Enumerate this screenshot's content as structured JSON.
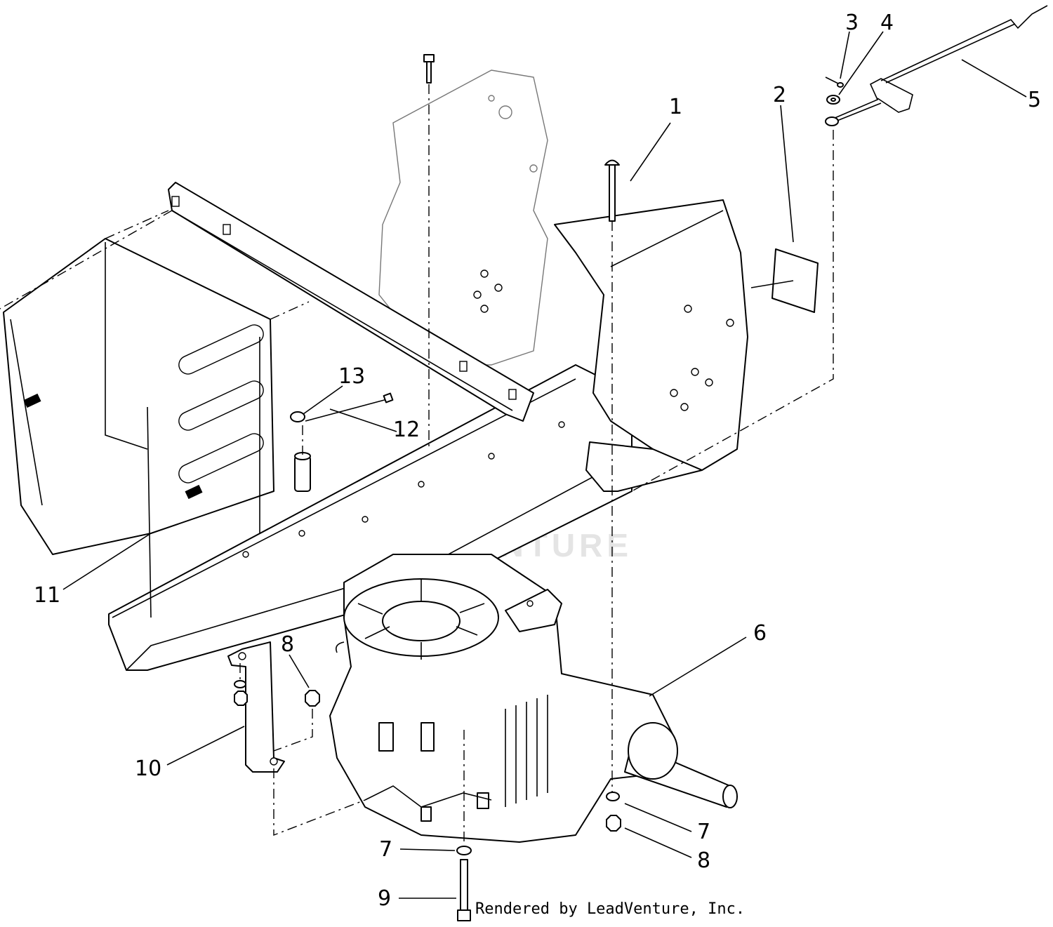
{
  "diagram": {
    "credit": "Rendered by LeadVenture, Inc.",
    "watermark": "LEADVENTURE",
    "callouts": [
      {
        "id": "c1",
        "label": "1"
      },
      {
        "id": "c2",
        "label": "2"
      },
      {
        "id": "c3",
        "label": "3"
      },
      {
        "id": "c4",
        "label": "4"
      },
      {
        "id": "c5",
        "label": "5"
      },
      {
        "id": "c6",
        "label": "6"
      },
      {
        "id": "c7a",
        "label": "7"
      },
      {
        "id": "c7b",
        "label": "7"
      },
      {
        "id": "c8a",
        "label": "8"
      },
      {
        "id": "c8b",
        "label": "8"
      },
      {
        "id": "c9",
        "label": "9"
      },
      {
        "id": "c10",
        "label": "10"
      },
      {
        "id": "c11",
        "label": "11"
      },
      {
        "id": "c12",
        "label": "12"
      },
      {
        "id": "c13",
        "label": "13"
      }
    ]
  }
}
